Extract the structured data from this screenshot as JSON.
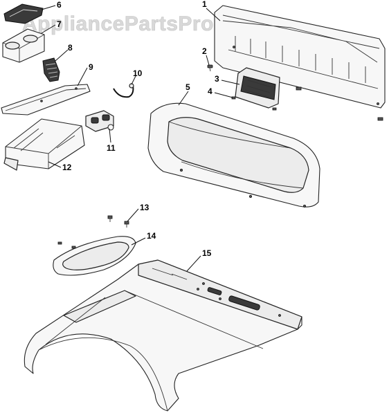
{
  "watermark": "AppliancePartsPros.com",
  "callouts": [
    "1",
    "2",
    "3",
    "4",
    "5",
    "6",
    "7",
    "8",
    "9",
    "10",
    "11",
    "12",
    "13",
    "14",
    "15"
  ]
}
